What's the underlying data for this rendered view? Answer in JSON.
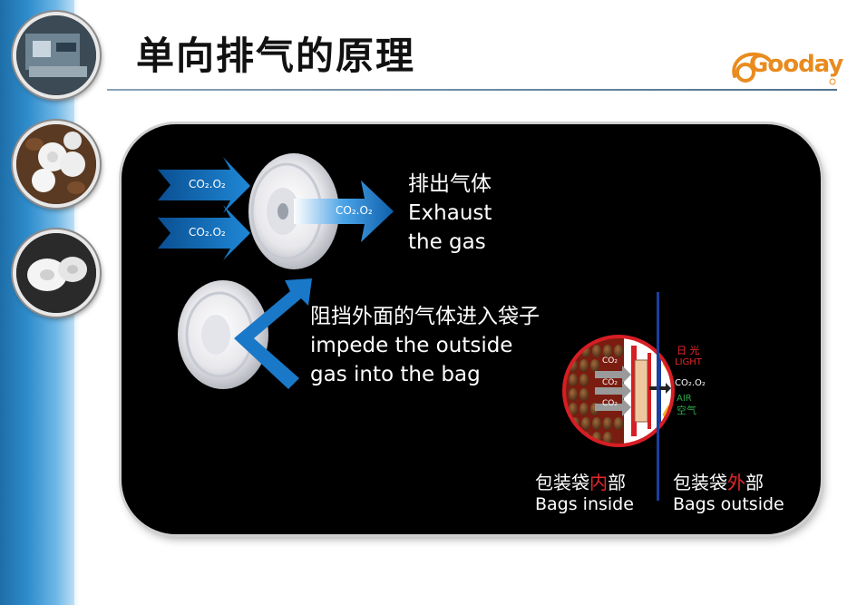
{
  "slide": {
    "title": "单向排气的原理",
    "logo_text": "Gooday"
  },
  "diagram": {
    "arrow_label_1": "CO₂.O₂",
    "arrow_label_2": "CO₂.O₂",
    "arrow_label_3": "CO₂.O₂",
    "exhaust_cn": "排出气体",
    "exhaust_en_1": "Exhaust",
    "exhaust_en_2": "the gas",
    "impede_cn": "阻挡外面的气体进入袋子",
    "impede_en_1": "impede the outside",
    "impede_en_2": "gas into the bag",
    "inner_co2_1": "CO₂",
    "inner_co2_2": "CO₂",
    "inner_co2_3": "CO₂",
    "out_gas": "CO₂.O₂",
    "light_cn": "日 光",
    "light_en": "LIGHT",
    "air_en": "AIR",
    "air_cn": "空气",
    "inside_cn_a": "包装袋",
    "inside_cn_b": "内",
    "inside_cn_c": "部",
    "inside_en": "Bags inside",
    "outside_cn_a": "包装袋",
    "outside_cn_b": "外",
    "outside_cn_c": "部",
    "outside_en": "Bags outside"
  },
  "colors": {
    "accent_blue": "#1a6fb5",
    "highlight_red": "#e8252b",
    "logo_orange": "#e98b1f"
  }
}
